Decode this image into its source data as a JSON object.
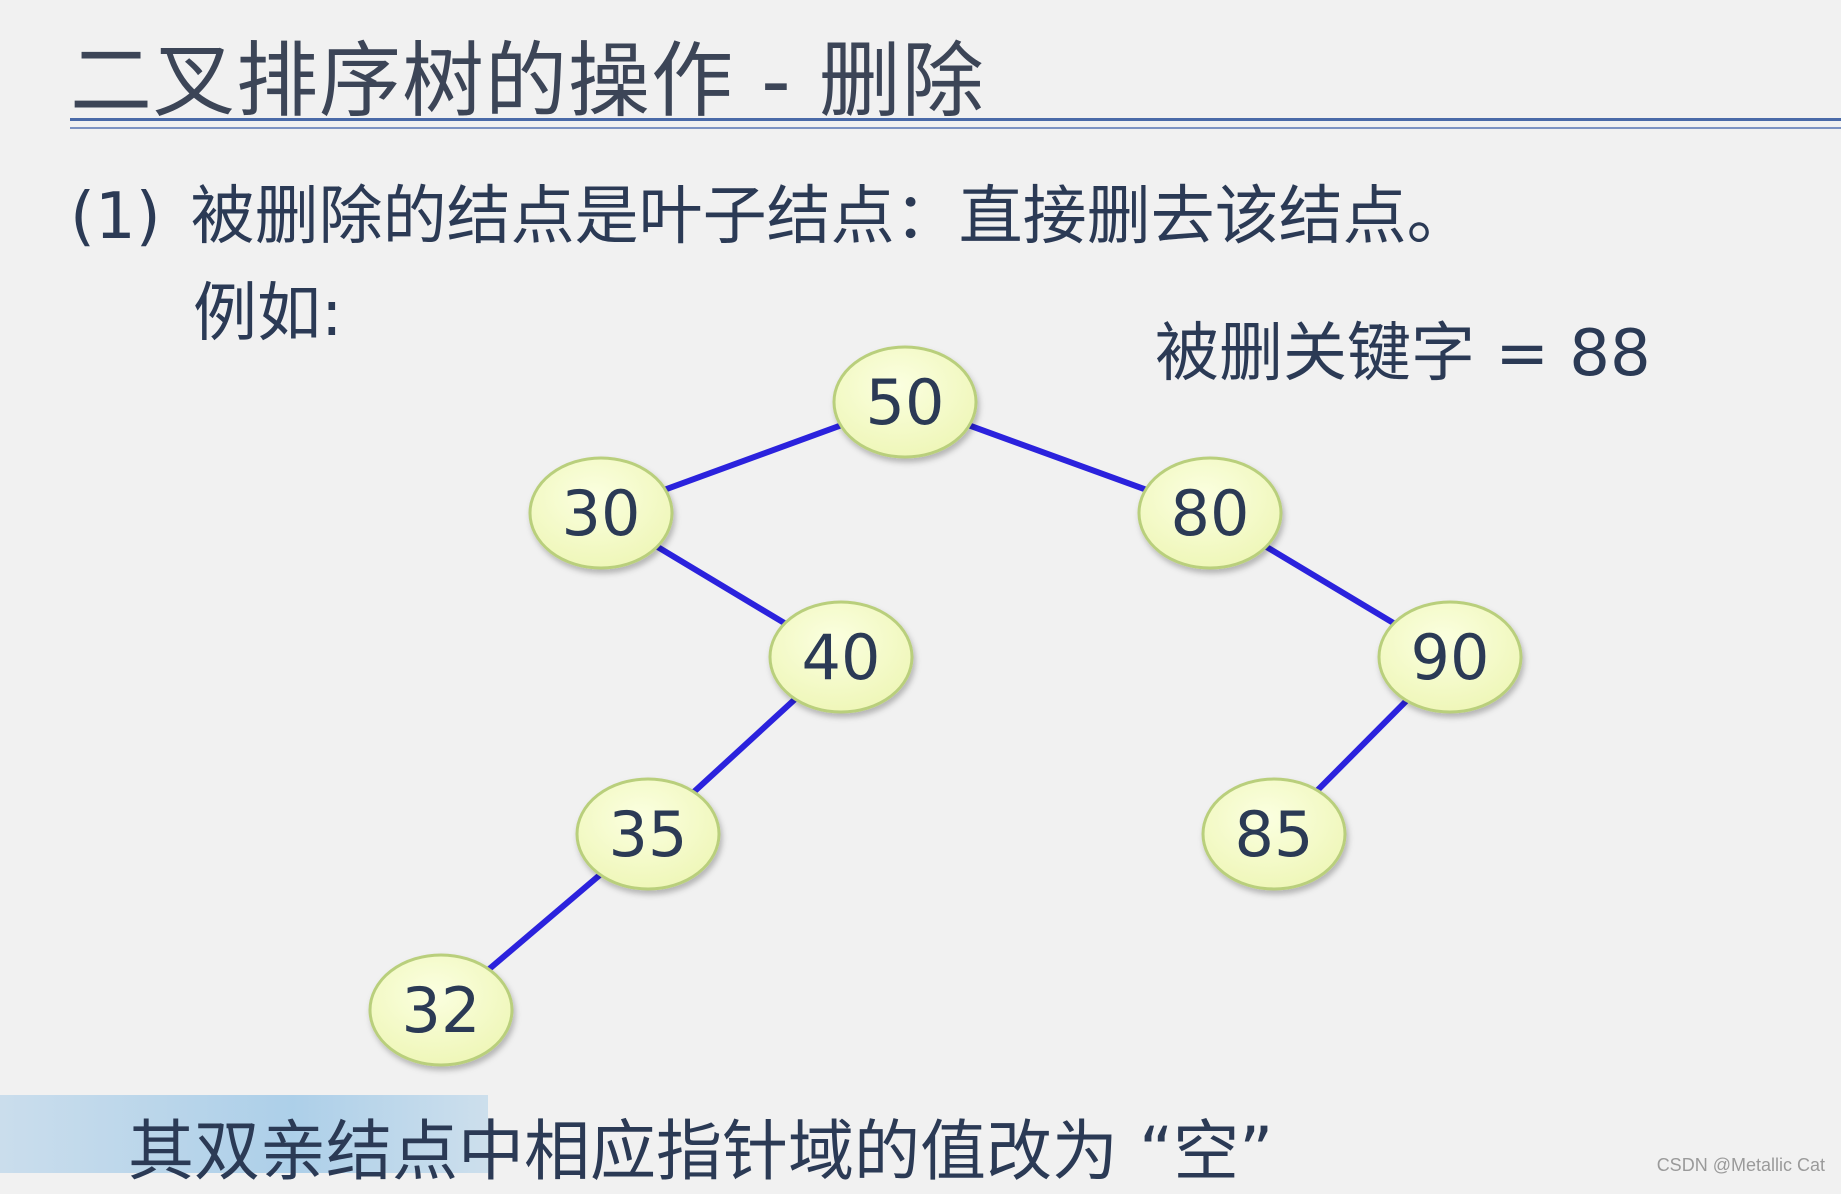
{
  "slide": {
    "title": "二叉排序树的操作 - 删除",
    "case_number": "(1)",
    "case_text": "被删除的结点是叶子结点：直接删去该结点。",
    "example_label": "例如:",
    "deleted_key_label": "被删关键字 = 88",
    "bottom_text": "其双亲结点中相应指针域的值改为 “空”",
    "watermark": "CSDN @Metallic Cat"
  },
  "colors": {
    "node_fill": "#eef6b6",
    "node_stroke": "#b9cf7c",
    "edge": "#2b22dd",
    "text": "#2b3a55",
    "rule": "#4a6aa8"
  },
  "tree": {
    "nodes": [
      {
        "id": "n50",
        "label": "50"
      },
      {
        "id": "n30",
        "label": "30"
      },
      {
        "id": "n80",
        "label": "80"
      },
      {
        "id": "n40",
        "label": "40"
      },
      {
        "id": "n90",
        "label": "90"
      },
      {
        "id": "n35",
        "label": "35"
      },
      {
        "id": "n85",
        "label": "85"
      },
      {
        "id": "n32",
        "label": "32"
      }
    ],
    "edges": [
      {
        "from": "n50",
        "to": "n30"
      },
      {
        "from": "n50",
        "to": "n80"
      },
      {
        "from": "n30",
        "to": "n40"
      },
      {
        "from": "n80",
        "to": "n90"
      },
      {
        "from": "n40",
        "to": "n35"
      },
      {
        "from": "n90",
        "to": "n85"
      },
      {
        "from": "n35",
        "to": "n32"
      }
    ]
  }
}
